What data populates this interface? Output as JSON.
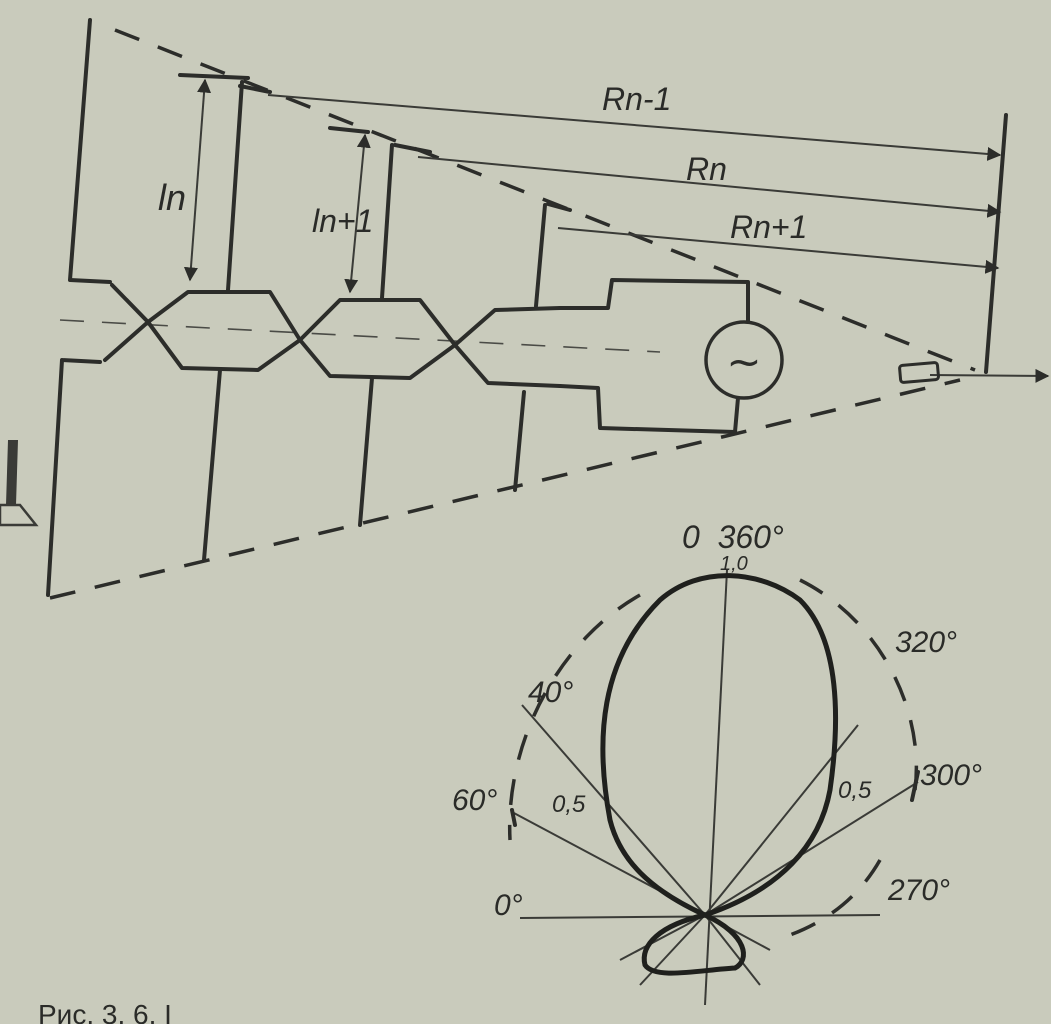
{
  "labels": {
    "r_n_minus_1": "Rn-1",
    "r_n": "Rn",
    "r_n_plus_1": "Rn+1",
    "l_n": "ln",
    "l_n_plus_1": "ln+1"
  },
  "polar": {
    "top_label": "0  360°",
    "top_value": "1,0",
    "angle_320": "320°",
    "angle_300": "300°",
    "angle_270": "270°",
    "angle_40": "40°",
    "angle_60": "60°",
    "angle_0": "0°",
    "value_left": "0,5",
    "value_right": "0,5"
  },
  "caption": "Рис. 3. 6. I"
}
